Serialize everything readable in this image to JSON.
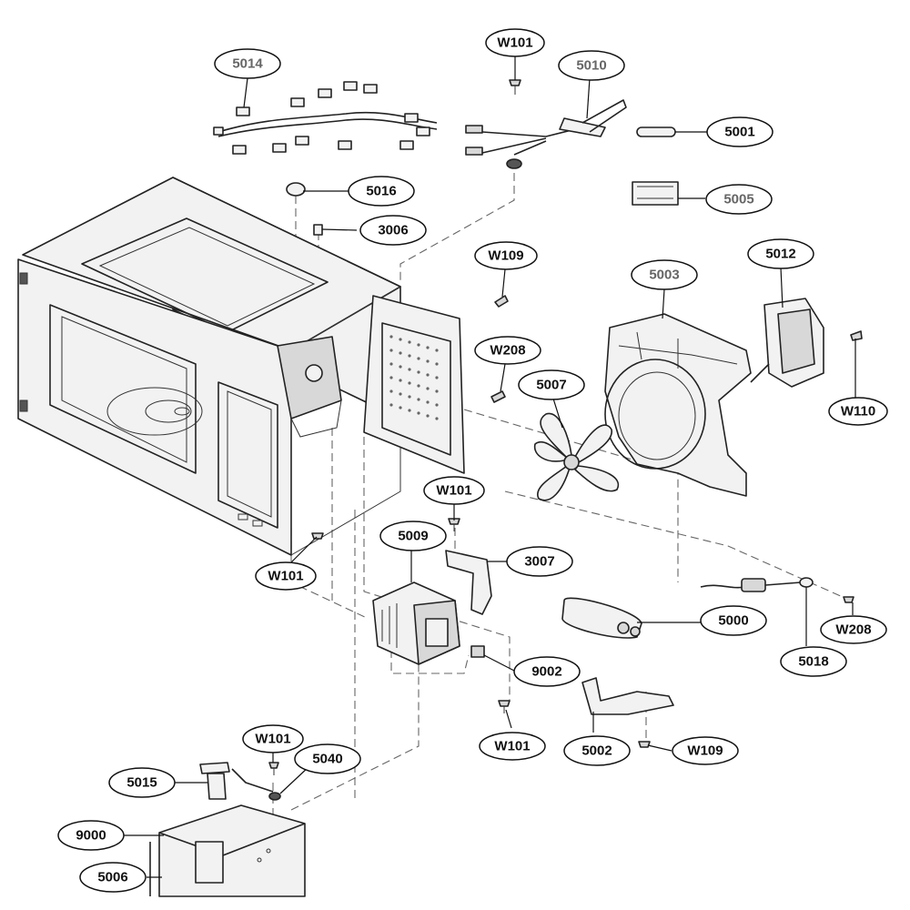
{
  "callouts": {
    "w101_top": "W101",
    "p5014": "5014",
    "p5010": "5010",
    "p5001": "5001",
    "p5016": "5016",
    "p5005": "5005",
    "p3006": "3006",
    "w109_top": "W109",
    "p5003": "5003",
    "p5012": "5012",
    "w208_mid": "W208",
    "p5007": "5007",
    "w110": "W110",
    "w101_mid": "W101",
    "p5009": "5009",
    "p3007": "3007",
    "w101_left": "W101",
    "p5000": "5000",
    "w208_right": "W208",
    "p5018": "5018",
    "p9002": "9002",
    "w101_low": "W101",
    "p5002": "5002",
    "w109_low": "W109",
    "w101_bottom": "W101",
    "p5040": "5040",
    "p5015": "5015",
    "p9000": "9000",
    "p5006": "5006"
  }
}
